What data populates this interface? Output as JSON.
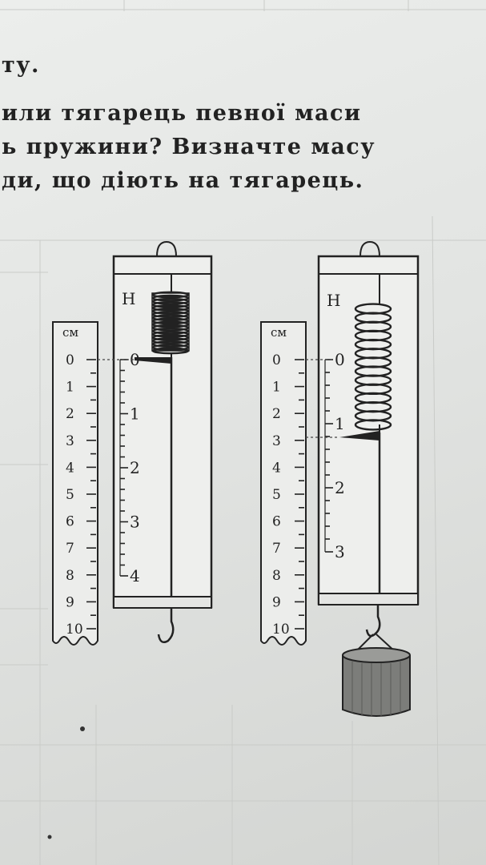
{
  "text": {
    "line1": "ту.",
    "line2": "или тягарець певної маси",
    "line3": "ь пружини? Визначте масу",
    "line4": "ди, що діють на тягарець."
  },
  "figure": {
    "unit_cm": "см",
    "unit_newton": "Н",
    "cm_ticks": [
      "0",
      "1",
      "2",
      "3",
      "4",
      "5",
      "6",
      "7",
      "8",
      "9",
      "10"
    ],
    "left_newton_ticks": [
      "0",
      "1",
      "2",
      "3",
      "4"
    ],
    "right_newton_ticks": [
      "0",
      "1",
      "2",
      "3"
    ]
  },
  "colors": {
    "ink": "#222222",
    "paper": "#e6e8e6",
    "grid": "#c9cbc8"
  }
}
